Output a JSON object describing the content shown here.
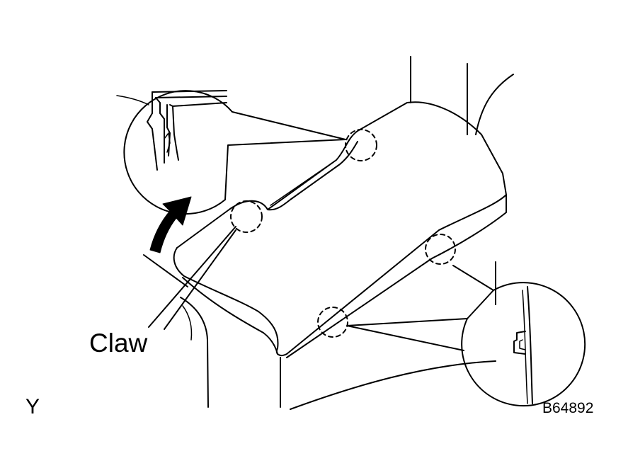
{
  "labels": {
    "claw": "Claw",
    "corner": "Y",
    "figure_code": "B64892"
  },
  "colors": {
    "ink": "#000000",
    "paper": "#ffffff"
  }
}
